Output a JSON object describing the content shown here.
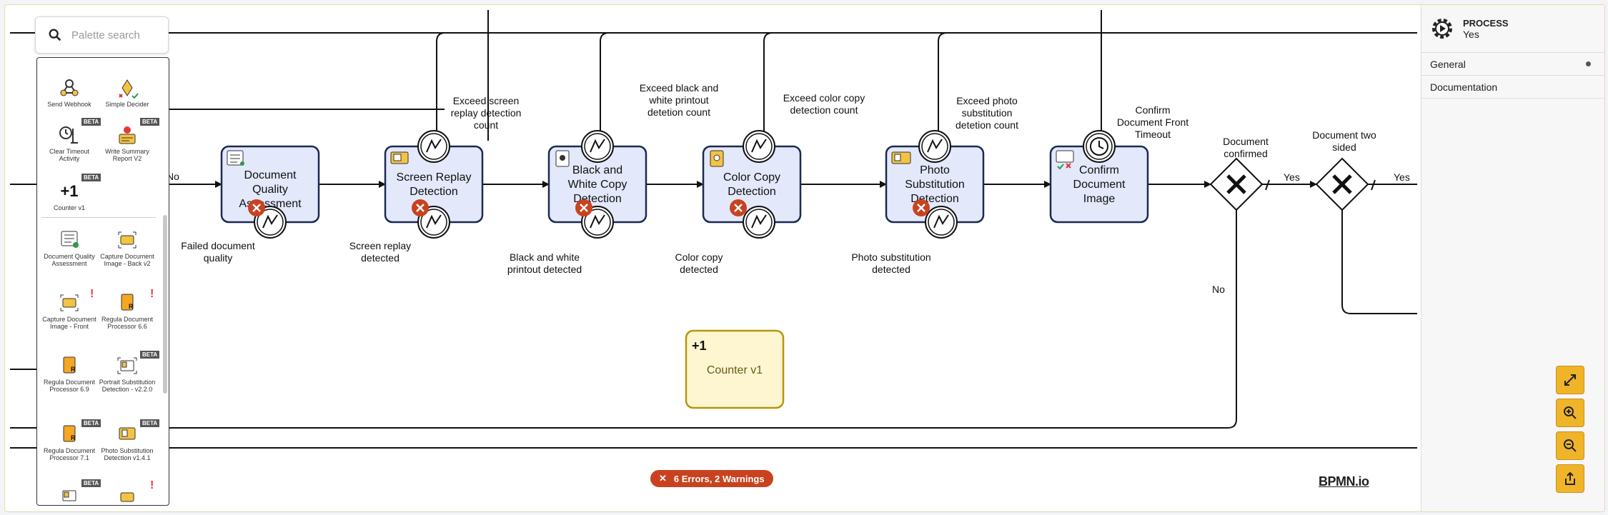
{
  "palette": {
    "search_placeholder": "Palette search",
    "items": [
      {
        "label": "Send Webhook"
      },
      {
        "label": "Simple Decider"
      },
      {
        "label": "Clear Timeout Activity"
      },
      {
        "label": "Write Summary Report V2"
      },
      {
        "label": "Counter v1"
      },
      {
        "label": "Document Quality Assessment"
      },
      {
        "label": "Capture Document Image - Back v2"
      },
      {
        "label": "Capture Document Image - Front"
      },
      {
        "label": "Regula Document Processor 6.6"
      },
      {
        "label": "Regula Document Processor 6.9"
      },
      {
        "label": "Portrait Substitution Detection - v2.2.0"
      },
      {
        "label": "Regula Document Processor 7.1"
      },
      {
        "label": "Photo Substitution Detection v1.4.1"
      }
    ],
    "beta_label": "BETA",
    "warning_mark": "!",
    "counter_glyph": "+1"
  },
  "diagram": {
    "tasks": {
      "dqa": "Document Quality Assessment",
      "srd": "Screen Replay Detection",
      "bwc": "Black and White Copy Detection",
      "ccd": "Color Copy Detection",
      "psd": "Photo Substitution Detection",
      "cdi": "Confirm Document Image"
    },
    "counter_task": {
      "glyph": "+1",
      "label": "Counter v1"
    },
    "labels": {
      "no_left": "No",
      "failed_quality": [
        "Failed document",
        "quality"
      ],
      "screen_detected": [
        "Screen replay",
        "detected"
      ],
      "bw_detected": [
        "Black and white",
        "printout detected"
      ],
      "color_detected": [
        "Color copy",
        "detected"
      ],
      "photo_detected": [
        "Photo substitution",
        "detected"
      ],
      "exceed_screen": [
        "Exceed screen",
        "replay detection",
        "count"
      ],
      "exceed_bw": [
        "Exceed black and",
        "white printout",
        "detetion count"
      ],
      "exceed_color": [
        "Exceed color copy",
        "detection count"
      ],
      "exceed_photo": [
        "Exceed photo",
        "substitution",
        "detetion count"
      ],
      "confirm_timeout": [
        "Confirm",
        "Document Front",
        "Timeout"
      ],
      "doc_confirmed": [
        "Document",
        "confirmed"
      ],
      "doc_two_sided": [
        "Document two",
        "sided"
      ],
      "yes1": "Yes",
      "yes2": "Yes",
      "no_gateway": "No"
    }
  },
  "properties": {
    "type": "PROCESS",
    "name": "Yes",
    "tabs": [
      "General",
      "Documentation"
    ]
  },
  "status": {
    "text": "6 Errors, 2 Warnings",
    "icon": "close-icon"
  },
  "logo": "BPMN.io",
  "toolbar": {
    "icons": [
      "fit-icon",
      "zoom-in-icon",
      "zoom-out-icon",
      "export-icon"
    ]
  },
  "colors": {
    "task_fill": "#e3e8fb",
    "task_stroke": "#1c2a52",
    "counter_fill": "#fdf6d0",
    "counter_stroke": "#b8950e",
    "error_badge": "#c9421f",
    "accent": "#f0b429"
  }
}
